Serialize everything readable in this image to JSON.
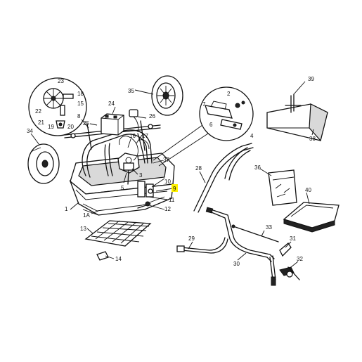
{
  "callouts": [
    {
      "id": "c1",
      "text": "1"
    },
    {
      "id": "c1a",
      "text": "1A"
    },
    {
      "id": "c2",
      "text": "2"
    },
    {
      "id": "c3",
      "text": "3"
    },
    {
      "id": "c4",
      "text": "4"
    },
    {
      "id": "c5",
      "text": "5"
    },
    {
      "id": "c6",
      "text": "6"
    },
    {
      "id": "c7",
      "text": "7"
    },
    {
      "id": "c8",
      "text": "8"
    },
    {
      "id": "c9",
      "text": "9",
      "highlighted": true
    },
    {
      "id": "c10",
      "text": "10"
    },
    {
      "id": "c11",
      "text": "11"
    },
    {
      "id": "c12",
      "text": "12"
    },
    {
      "id": "c13",
      "text": "13"
    },
    {
      "id": "c14",
      "text": "14"
    },
    {
      "id": "c15",
      "text": "15"
    },
    {
      "id": "c16",
      "text": "16"
    },
    {
      "id": "c17",
      "text": "17"
    },
    {
      "id": "c18",
      "text": "18"
    },
    {
      "id": "c19",
      "text": "19"
    },
    {
      "id": "c20",
      "text": "20"
    },
    {
      "id": "c21",
      "text": "21"
    },
    {
      "id": "c22",
      "text": "22"
    },
    {
      "id": "c23",
      "text": "23"
    },
    {
      "id": "c24",
      "text": "24"
    },
    {
      "id": "c25",
      "text": "25"
    },
    {
      "id": "c26",
      "text": "26"
    },
    {
      "id": "c28",
      "text": "28"
    },
    {
      "id": "c29",
      "text": "29"
    },
    {
      "id": "c30",
      "text": "30"
    },
    {
      "id": "c31",
      "text": "31"
    },
    {
      "id": "c32",
      "text": "32"
    },
    {
      "id": "c33",
      "text": "33"
    },
    {
      "id": "c34",
      "text": "34"
    },
    {
      "id": "c35",
      "text": "35"
    },
    {
      "id": "c36",
      "text": "36"
    },
    {
      "id": "c37",
      "text": "37"
    },
    {
      "id": "c38",
      "text": "38"
    },
    {
      "id": "c39",
      "text": "39"
    },
    {
      "id": "c40",
      "text": "40"
    }
  ],
  "colors": {
    "highlight": "#fff200",
    "line": "#111111",
    "background": "#ffffff"
  }
}
